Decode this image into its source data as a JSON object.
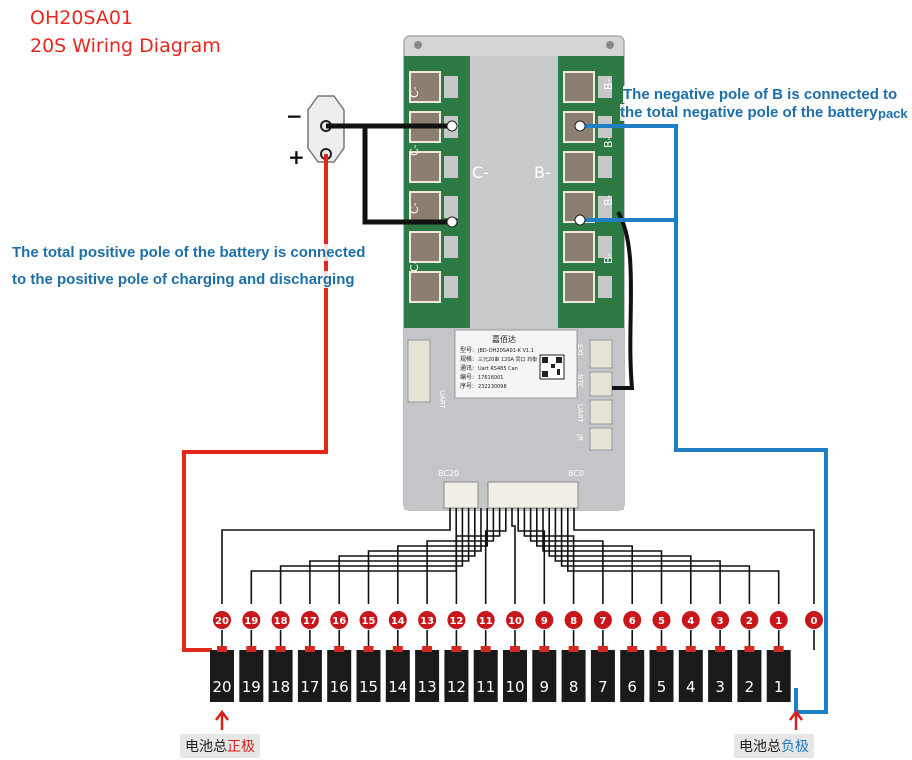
{
  "title": {
    "line1": "OH20SA01",
    "line2": "20S Wiring Diagram"
  },
  "annotations": {
    "negative_b_line1": "The negative pole of B is connected to",
    "negative_b_line2": "the total negative pole of the battery",
    "negative_b_line3": "pack",
    "positive_line1": "The total positive pole of the battery is connected",
    "positive_line2": "to the positive pole of charging and discharging"
  },
  "connector": {
    "neg_symbol": "−",
    "pos_symbol": "+"
  },
  "board": {
    "c_labels": [
      "C-",
      "C-",
      "C-",
      "C-"
    ],
    "b_labels": [
      "B-",
      "B-",
      "B-",
      "B-"
    ],
    "c_center": "C-",
    "b_center": "B-",
    "bottom_left": "BC20",
    "bottom_right": "BC0",
    "left_port": "UART",
    "right_ports": [
      "EXI",
      "NTC",
      "UART",
      "JR"
    ]
  },
  "label_sticker": {
    "logo": "嘉佰达",
    "rows": [
      [
        "型号:",
        "JBD-OH20SA01-K V1.1"
      ],
      [
        "规格:",
        "三元20串 120A 同口 均衡"
      ],
      [
        "通讯:",
        "Uart RS485 Can"
      ],
      [
        "编号:",
        "17616001"
      ],
      [
        "序号:",
        "232230098"
      ]
    ]
  },
  "taps": [
    "20",
    "19",
    "18",
    "17",
    "16",
    "15",
    "14",
    "13",
    "12",
    "11",
    "10",
    "9",
    "8",
    "7",
    "6",
    "5",
    "4",
    "3",
    "2",
    "1",
    "0"
  ],
  "cells": [
    "20",
    "19",
    "18",
    "17",
    "16",
    "15",
    "14",
    "13",
    "12",
    "11",
    "10",
    "9",
    "8",
    "7",
    "6",
    "5",
    "4",
    "3",
    "2",
    "1"
  ],
  "footer": {
    "pos_prefix": "电池总",
    "pos_suffix": "正极",
    "neg_prefix": "电池总",
    "neg_suffix": "负极"
  },
  "colors": {
    "positive_wire": "#e0281c",
    "negative_wire": "#1e7fc4",
    "board_green": "#2d7a45",
    "title_red": "#e8281e"
  }
}
